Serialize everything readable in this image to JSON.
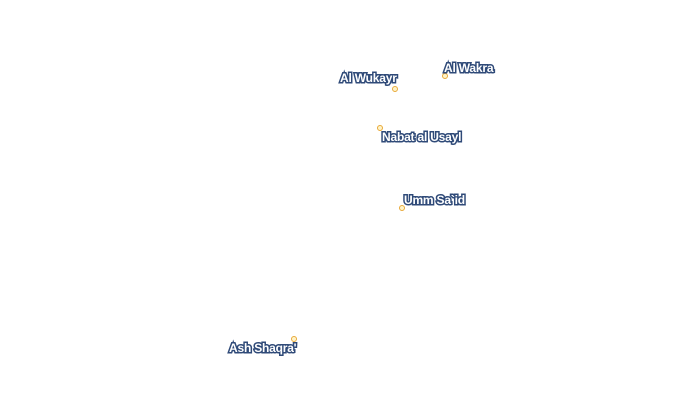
{
  "map": {
    "place_dot_color": "#e8a93a",
    "label_halo_color": "#2f4a78",
    "label_text_color": "#ffffff",
    "places": [
      {
        "id": "al-wakra",
        "label": "Al Wakra"
      },
      {
        "id": "al-wukayr",
        "label": "Al Wukayr"
      },
      {
        "id": "nabat-al-usayl",
        "label": "Nabat al Usayl"
      },
      {
        "id": "umm-said",
        "label": "Umm Sa`id"
      },
      {
        "id": "ash-shaqra",
        "label": "Ash Shaqra'"
      }
    ]
  }
}
